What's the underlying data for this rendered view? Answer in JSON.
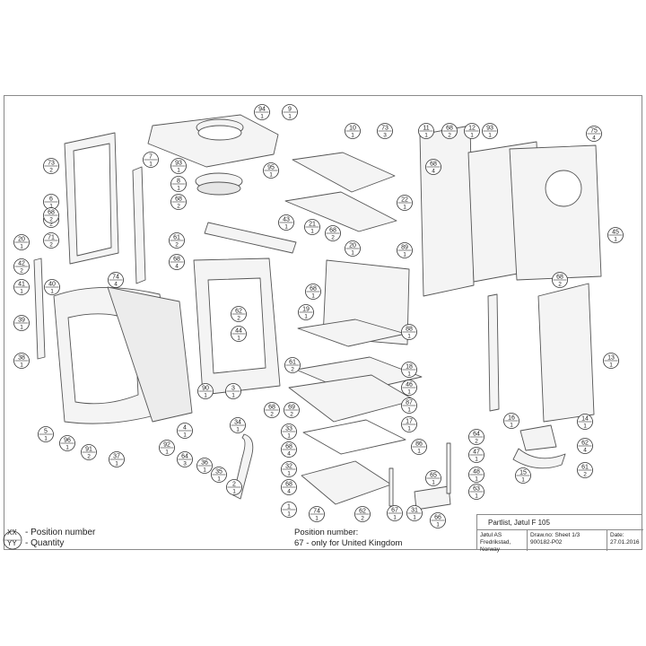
{
  "legend": {
    "position_number": "- Position number",
    "quantity": "- Quantity",
    "symbol_top": "XX",
    "symbol_bottom": "YY"
  },
  "note": {
    "line1": "Position number:",
    "line2": "67 - only for United Kingdom"
  },
  "title_block": {
    "title": "Partlist, Jøtul F 105",
    "company_line1": "Jøtul AS",
    "company_line2": "Fredrikstad, Norway",
    "drawing_label": "Draw.no: Sheet 1/3",
    "drawing_number": "900182-P02",
    "date_label": "Date:",
    "date": "27.01.2016"
  },
  "callouts": [
    {
      "pos": "94",
      "qty": "1"
    },
    {
      "pos": "9",
      "qty": "1"
    },
    {
      "pos": "95",
      "qty": "1"
    },
    {
      "pos": "93",
      "qty": "1"
    },
    {
      "pos": "8",
      "qty": "1"
    },
    {
      "pos": "68",
      "qty": "2"
    },
    {
      "pos": "73",
      "qty": "2"
    },
    {
      "pos": "6",
      "qty": "1"
    },
    {
      "pos": "71",
      "qty": "2"
    },
    {
      "pos": "7",
      "qty": "1"
    },
    {
      "pos": "68",
      "qty": "2"
    },
    {
      "pos": "61",
      "qty": "2"
    },
    {
      "pos": "68",
      "qty": "4"
    },
    {
      "pos": "74",
      "qty": "4"
    },
    {
      "pos": "20",
      "qty": "1"
    },
    {
      "pos": "71",
      "qty": "2"
    },
    {
      "pos": "42",
      "qty": "2"
    },
    {
      "pos": "41",
      "qty": "1"
    },
    {
      "pos": "40",
      "qty": "1"
    },
    {
      "pos": "39",
      "qty": "1"
    },
    {
      "pos": "38",
      "qty": "1"
    },
    {
      "pos": "62",
      "qty": "2"
    },
    {
      "pos": "44",
      "qty": "1"
    },
    {
      "pos": "43",
      "qty": "1"
    },
    {
      "pos": "10",
      "qty": "1"
    },
    {
      "pos": "73",
      "qty": "3"
    },
    {
      "pos": "21",
      "qty": "1"
    },
    {
      "pos": "68",
      "qty": "2"
    },
    {
      "pos": "20",
      "qty": "1"
    },
    {
      "pos": "89",
      "qty": "1"
    },
    {
      "pos": "68",
      "qty": "1"
    },
    {
      "pos": "19",
      "qty": "1"
    },
    {
      "pos": "88",
      "qty": "1"
    },
    {
      "pos": "11",
      "qty": "1"
    },
    {
      "pos": "68",
      "qty": "2"
    },
    {
      "pos": "12",
      "qty": "1"
    },
    {
      "pos": "93",
      "qty": "1"
    },
    {
      "pos": "68",
      "qty": "4"
    },
    {
      "pos": "22",
      "qty": "1"
    },
    {
      "pos": "75",
      "qty": "4"
    },
    {
      "pos": "45",
      "qty": "1"
    },
    {
      "pos": "68",
      "qty": "2"
    },
    {
      "pos": "13",
      "qty": "1"
    },
    {
      "pos": "61",
      "qty": "2"
    },
    {
      "pos": "90",
      "qty": "1"
    },
    {
      "pos": "3",
      "qty": "1"
    },
    {
      "pos": "18",
      "qty": "1"
    },
    {
      "pos": "46",
      "qty": "1"
    },
    {
      "pos": "87",
      "qty": "1"
    },
    {
      "pos": "17",
      "qty": "1"
    },
    {
      "pos": "16",
      "qty": "1"
    },
    {
      "pos": "14",
      "qty": "1"
    },
    {
      "pos": "62",
      "qty": "4"
    },
    {
      "pos": "61",
      "qty": "2"
    },
    {
      "pos": "15",
      "qty": "1"
    },
    {
      "pos": "5",
      "qty": "1"
    },
    {
      "pos": "96",
      "qty": "1"
    },
    {
      "pos": "91",
      "qty": "2"
    },
    {
      "pos": "37",
      "qty": "1"
    },
    {
      "pos": "92",
      "qty": "1"
    },
    {
      "pos": "4",
      "qty": "1"
    },
    {
      "pos": "34",
      "qty": "1"
    },
    {
      "pos": "64",
      "qty": "3"
    },
    {
      "pos": "36",
      "qty": "1"
    },
    {
      "pos": "35",
      "qty": "1"
    },
    {
      "pos": "2",
      "qty": "1"
    },
    {
      "pos": "68",
      "qty": "2"
    },
    {
      "pos": "69",
      "qty": "2"
    },
    {
      "pos": "33",
      "qty": "1"
    },
    {
      "pos": "68",
      "qty": "4"
    },
    {
      "pos": "32",
      "qty": "1"
    },
    {
      "pos": "68",
      "qty": "4"
    },
    {
      "pos": "1",
      "qty": "1"
    },
    {
      "pos": "74",
      "qty": "1"
    },
    {
      "pos": "62",
      "qty": "2"
    },
    {
      "pos": "86",
      "qty": "1"
    },
    {
      "pos": "67",
      "qty": "1"
    },
    {
      "pos": "31",
      "qty": "1"
    },
    {
      "pos": "64",
      "qty": "2"
    },
    {
      "pos": "47",
      "qty": "1"
    },
    {
      "pos": "48",
      "qty": "1"
    },
    {
      "pos": "63",
      "qty": "1"
    },
    {
      "pos": "65",
      "qty": "1"
    },
    {
      "pos": "66",
      "qty": "1"
    }
  ]
}
